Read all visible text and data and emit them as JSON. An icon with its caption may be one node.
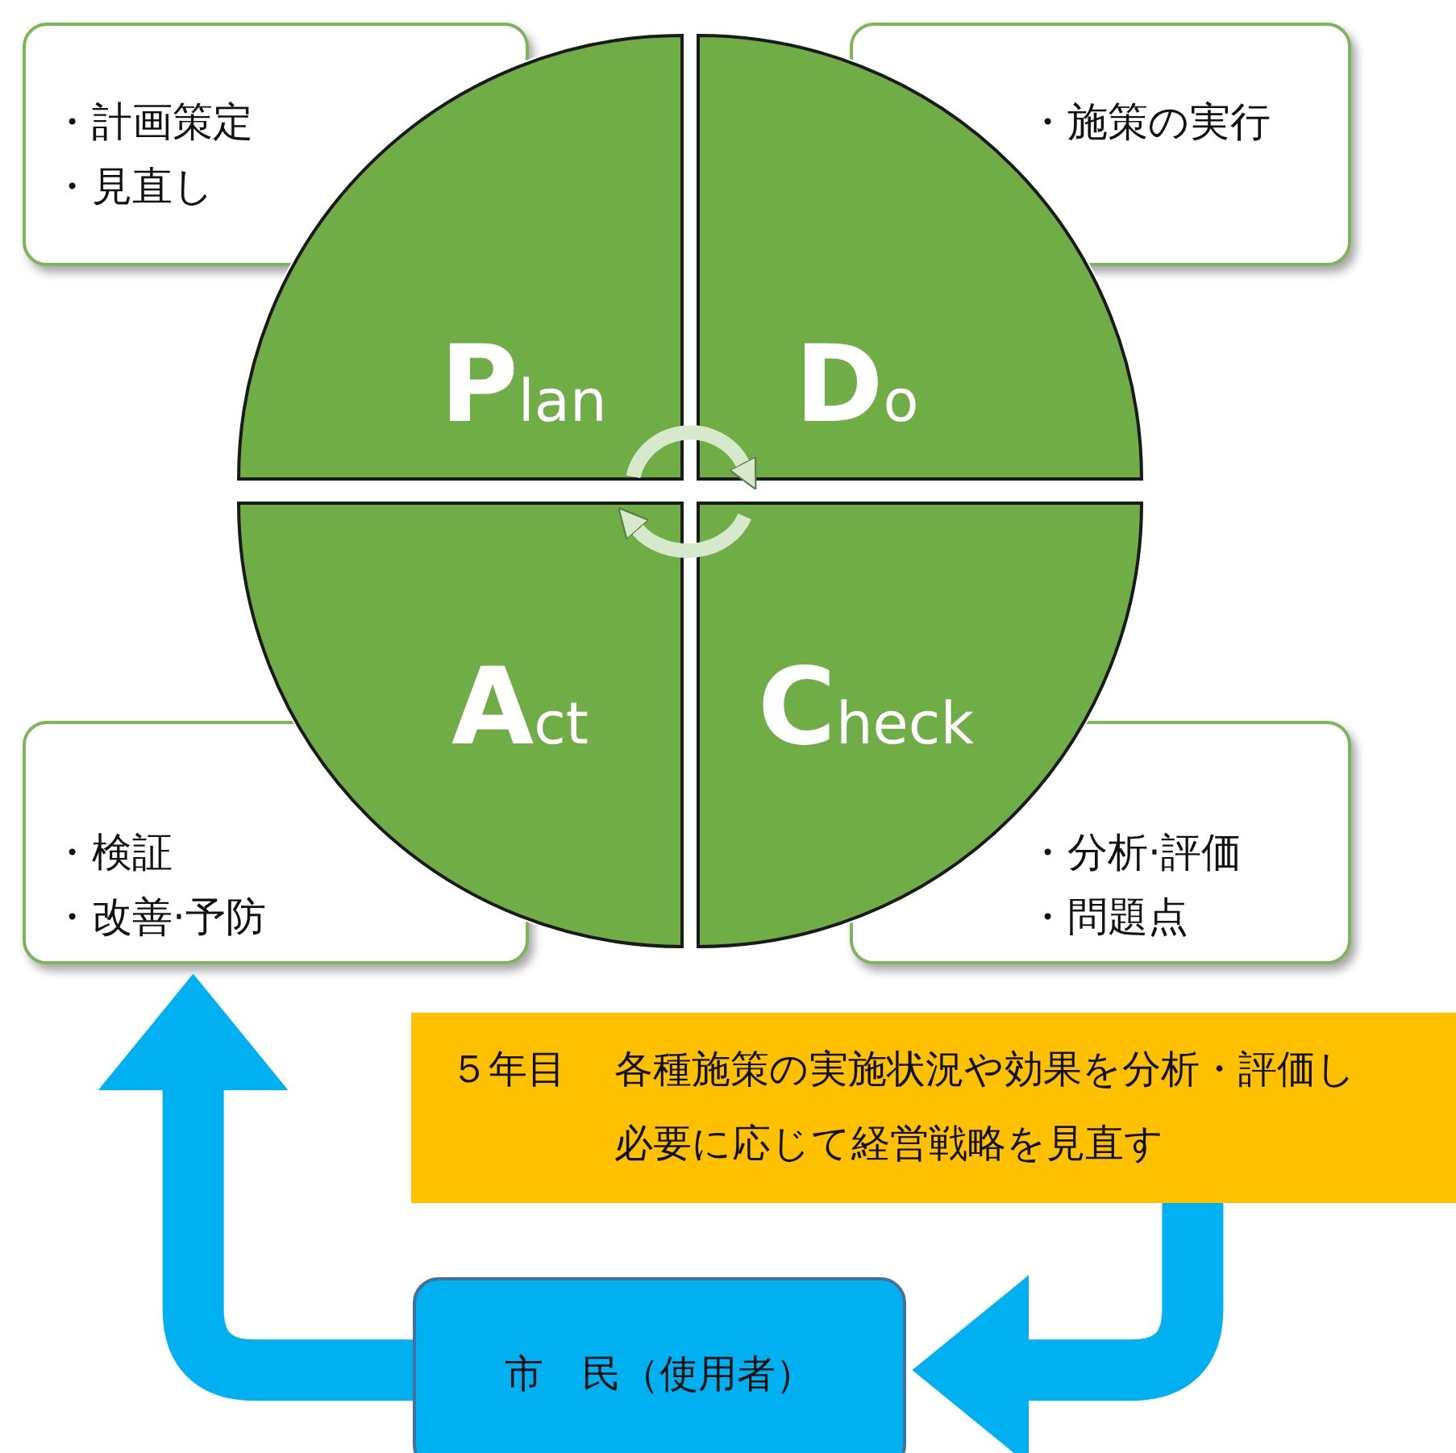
{
  "diagram": {
    "nodes": [
      {
        "text": [
          "Plan"
        ]
      },
      {
        "text": [
          "Do"
        ]
      },
      {
        "text": [
          "Check"
        ]
      },
      {
        "text": [
          "Act"
        ]
      },
      {
        "text": [
          "・計画策定",
          "・見直し"
        ]
      },
      {
        "text": [
          "・施策の実行"
        ]
      },
      {
        "text": [
          "・分析·評価",
          "・問題点"
        ]
      },
      {
        "text": [
          "・検証",
          "・改善·予防"
        ]
      },
      {
        "text": [
          "５年目",
          "各種施策の実施状況や効果を分析・評価し必要に応じて経営戦略を見直す"
        ]
      },
      {
        "text": [
          "市　民（使用者）"
        ]
      }
    ],
    "edges": [
      {
        "from": 0,
        "to": 1,
        "arrow": "to",
        "color": "#d6e9cc"
      },
      {
        "from": 2,
        "to": 3,
        "arrow": "to",
        "color": "#d6e9cc"
      },
      {
        "from": 8,
        "to": 9,
        "arrow": "to",
        "style": "thick",
        "color": "#00b0f0"
      },
      {
        "from": 9,
        "to": 7,
        "arrow": "to",
        "style": "thick",
        "color": "#00b0f0"
      }
    ]
  }
}
